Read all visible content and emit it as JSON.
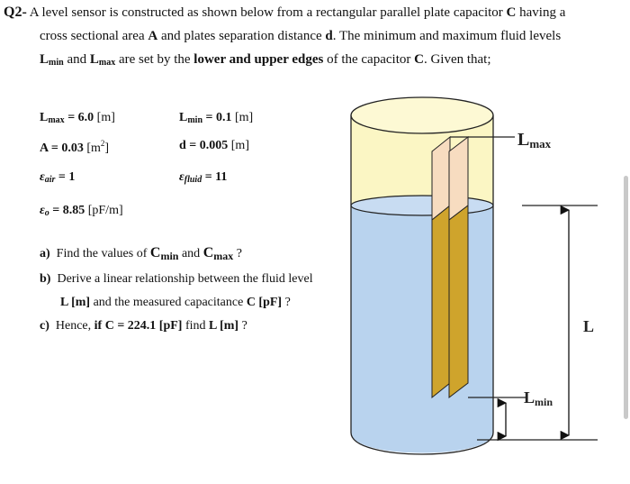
{
  "question": {
    "number": "Q2-",
    "line1": "A level sensor is constructed as shown below from a rectangular parallel plate capacitor ",
    "cap": "C",
    "line1_end": " having a",
    "line2_a": "cross sectional area ",
    "area_sym": "A",
    "line2_b": " and plates separation distance ",
    "dist_sym": "d",
    "line2_c": ". The minimum and maximum fluid levels",
    "line3_L1": "L",
    "line3_min": "min",
    "line3_and": " and ",
    "line3_L2": "L",
    "line3_max": "max",
    "line3_b": " are set by the ",
    "line3_bold": "lower and upper edges",
    "line3_c": " of the capacitor ",
    "line3_C": "C",
    "line3_d": ". Given that;"
  },
  "given": {
    "lmax_L": "L",
    "lmax_sub": "max",
    "lmax_val": " = 6.0 ",
    "lmax_unit": "[m]",
    "lmin_L": "L",
    "lmin_sub": "min",
    "lmin_val": " = 0.1 ",
    "lmin_unit": "[m]",
    "A_val": "A = 0.03 ",
    "A_unit": "[m",
    "A_sup": "2",
    "A_close": "]",
    "d_val": "d = 0.005 ",
    "d_unit": "[m]",
    "eair_sym": "ε",
    "eair_sub": "air",
    "eair_val": " = 1",
    "efluid_sym": "ε",
    "efluid_sub": "fluid",
    "efluid_val": " = 11",
    "e0_sym": "ε",
    "e0_sub": "o",
    "e0_val": " = 8.85 ",
    "e0_unit": "[pF/m]"
  },
  "parts": {
    "a_label": "a)",
    "a_text1": "Find the values of ",
    "a_c1": "C",
    "a_c1sub": "min",
    "a_and": " and ",
    "a_c2": "C",
    "a_c2sub": "max",
    "a_q": " ?",
    "b_label": "b)",
    "b_text1": "Derive a linear relationship between the fluid level",
    "b_text2a": "L [m]",
    "b_text2b": " and the measured capacitance ",
    "b_text2c": "C [pF]",
    "b_text2d": " ?",
    "c_label": "c)",
    "c_text1": "Hence, ",
    "c_bold": "if C = 224.1 [pF]",
    "c_text2": " find ",
    "c_bold2": "L [m]",
    "c_q": " ?"
  },
  "diagram": {
    "lmax_L": "L",
    "lmax_sub": "max",
    "lmin_L": "L",
    "lmin_sub": "min",
    "level_label": "L",
    "colors": {
      "air": "#fbf6c4",
      "fluid": "#b9d3ee",
      "plate_dry": "#f7dcc0",
      "plate_wet": "#cfa42c",
      "outline": "#222222"
    }
  }
}
